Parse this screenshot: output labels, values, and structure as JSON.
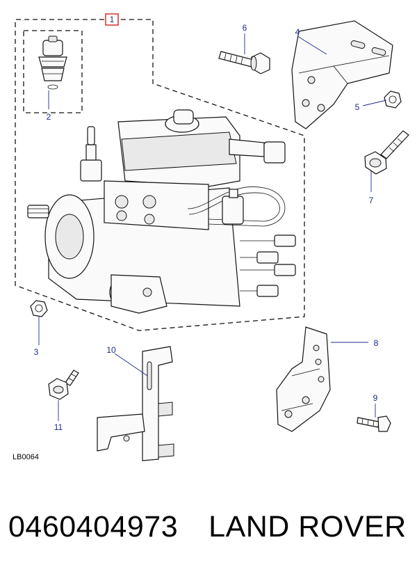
{
  "diagram": {
    "drawing_code": "LB0064",
    "callouts": [
      "1",
      "2",
      "3",
      "4",
      "5",
      "6",
      "7",
      "8",
      "9",
      "10",
      "11"
    ]
  },
  "caption": {
    "part_number": "0460404973",
    "brand": "LAND ROVER"
  },
  "colors": {
    "callout_text": "#1a2a8c",
    "callout_box": "#d0201a",
    "line": "#111111"
  }
}
